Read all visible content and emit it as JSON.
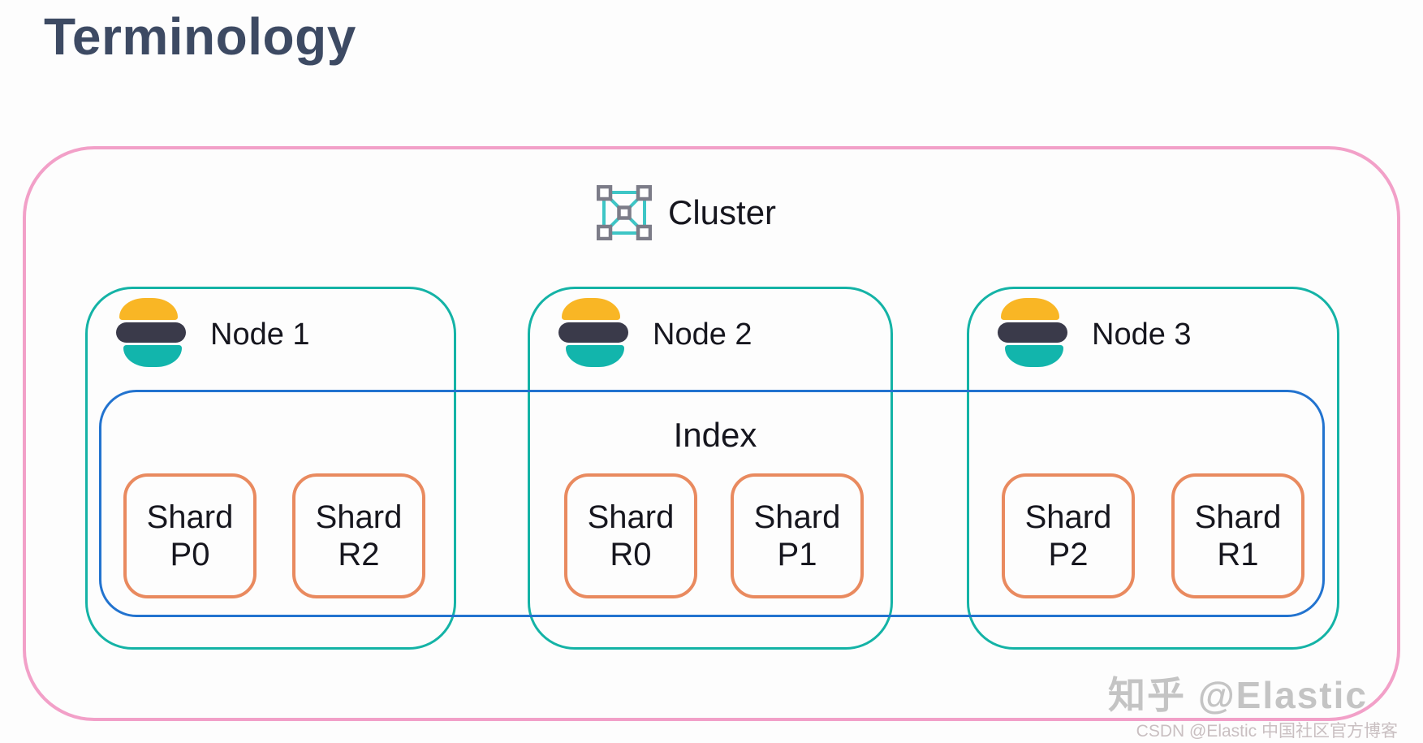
{
  "title": "Terminology",
  "cluster": {
    "label": "Cluster",
    "icon": "cluster-network-icon"
  },
  "index": {
    "label": "Index"
  },
  "nodes": [
    {
      "label": "Node 1",
      "logo": "elastic-logo",
      "shards": [
        {
          "word": "Shard",
          "code": "P0"
        },
        {
          "word": "Shard",
          "code": "R2"
        }
      ]
    },
    {
      "label": "Node 2",
      "logo": "elastic-logo",
      "shards": [
        {
          "word": "Shard",
          "code": "R0"
        },
        {
          "word": "Shard",
          "code": "P1"
        }
      ]
    },
    {
      "label": "Node 3",
      "logo": "elastic-logo",
      "shards": [
        {
          "word": "Shard",
          "code": "P2"
        },
        {
          "word": "Shard",
          "code": "R1"
        }
      ]
    }
  ],
  "watermarks": {
    "zhihu": "知乎 @Elastic",
    "csdn": "CSDN @Elastic 中国社区官方博客"
  },
  "colors": {
    "cluster-border": "#f2a0c8",
    "node-border": "#14b3a6",
    "index-border": "#2273cf",
    "shard-border": "#e98a5f",
    "title": "#3d4a63",
    "label": "#16161e",
    "logo-yellow": "#f9b625",
    "logo-dark": "#3a3a4a",
    "logo-teal": "#12b5ac",
    "icon-gray": "#7c7c88",
    "icon-teal": "#3ec6c6",
    "watermark": "#c4c4c4"
  }
}
